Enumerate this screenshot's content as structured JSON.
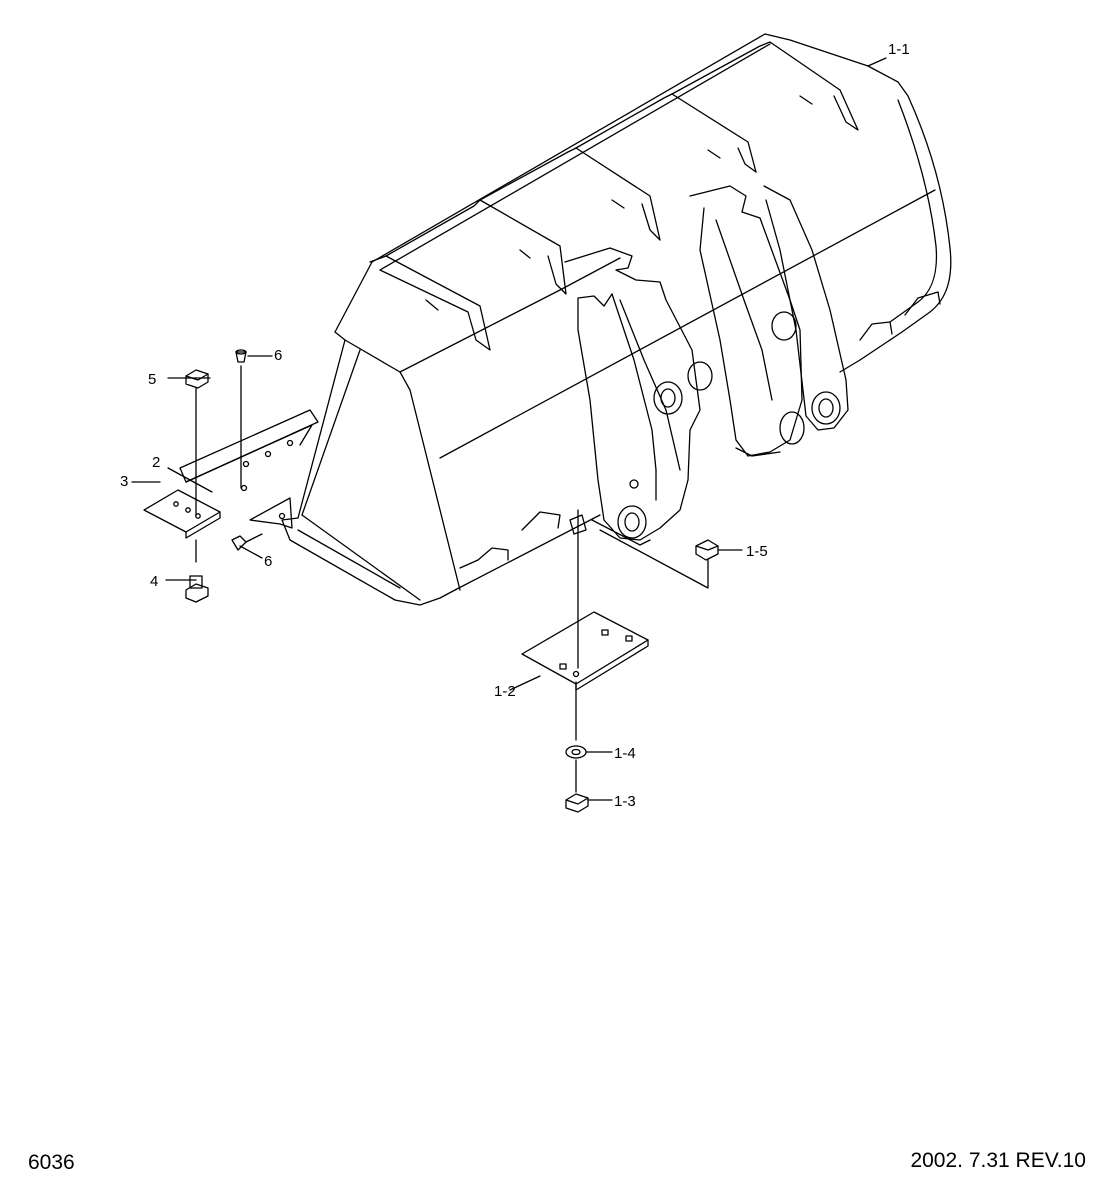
{
  "callouts": {
    "c_1_1": "1-1",
    "c_1_2": "1-2",
    "c_1_3": "1-3",
    "c_1_4": "1-4",
    "c_1_5": "1-5",
    "c_2": "2",
    "c_3": "3",
    "c_4": "4",
    "c_5": "5",
    "c_6a": "6",
    "c_6b": "6"
  },
  "footer": {
    "page_number": "6036",
    "revision": "2002. 7.31  REV.10"
  }
}
